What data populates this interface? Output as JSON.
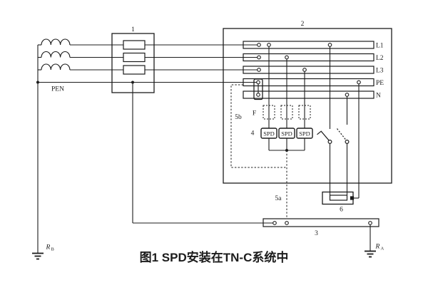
{
  "caption": "图1  SPD安装在TN-C系统中",
  "diagram": {
    "box1_label": "1",
    "box2_label": "2",
    "pen_label": "PEN",
    "busbars": {
      "l1": "L1",
      "l2": "L2",
      "l3": "L3",
      "pe": "PE",
      "n": "N"
    },
    "fuse_label": "F",
    "spd_group_label": "4",
    "spd_unit_label": "SPD",
    "conductor_5a_label": "5a",
    "zone_5b_label": "5b",
    "bonding_bar_label": "3",
    "device_6_label": "6",
    "earth_left": {
      "symbol": "R",
      "sub": "B"
    },
    "earth_right": {
      "symbol": "R",
      "sub": "A"
    }
  },
  "colors": {
    "line": "#1c1c1c",
    "background": "#ffffff",
    "text": "#1c1c1c"
  }
}
